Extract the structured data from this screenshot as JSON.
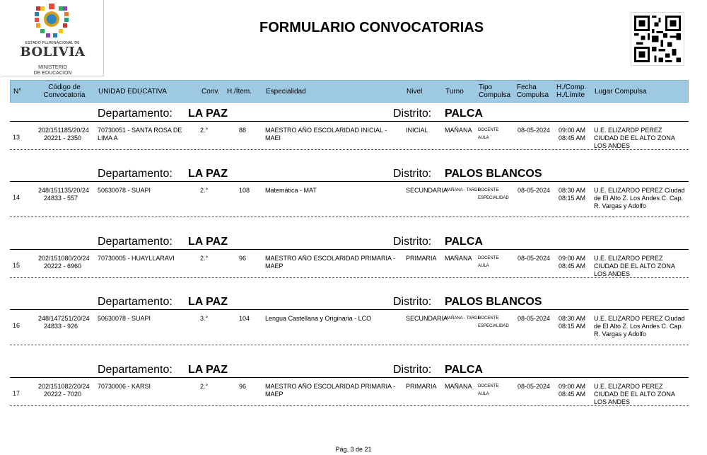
{
  "logo": {
    "state_line": "ESTADO PLURINACIONAL DE",
    "country": "BOLIVIA",
    "ministry_l1": "MINISTERIO",
    "ministry_l2": "DE EDUCACIÓN"
  },
  "title": "FORMULARIO CONVOCATORIAS",
  "columns": {
    "num": "N°",
    "code_l1": "Código de",
    "code_l2": "Convocatoria",
    "unidad": "UNIDAD EDUCATIVA",
    "conv": "Conv.",
    "hitem": "H./Ítem.",
    "esp": "Especialidad",
    "nivel": "Nivel",
    "turno": "Turno",
    "tipo_l1": "Tipo",
    "tipo_l2": "Compulsa",
    "fecha_l1": "Fecha",
    "fecha_l2": "Compulsa",
    "hcomp_l1": "H./Comp.",
    "hcomp_l2": "H./Límite",
    "lugar": "Lugar Compulsa"
  },
  "labels": {
    "dept": "Departamento:",
    "distrito": "Distrito:"
  },
  "groups": [
    {
      "dept": "LA PAZ",
      "distrito": "PALCA",
      "row": {
        "num": "13",
        "code1": "202/151185/20/24",
        "code2": "20221 - 2350",
        "ue1": "70730051 - SANTA ROSA DE",
        "ue2": "LIMA A",
        "conv": "2.°",
        "hitem": "88",
        "esp1": "MAESTRO AÑO ESCOLARIDAD INICIAL -",
        "esp2": "MAEI",
        "nivel": "INICIAL",
        "turno": "MAÑANA",
        "tipo1": "DOCENTE",
        "tipo2": "AULA",
        "fecha": "08-05-2024",
        "h1": "09:00 AM",
        "h2": "08:45 AM",
        "lug1": "U.E. ELIZARDP PEREZ",
        "lug2": "CIUDAD DE EL ALTO ZONA",
        "lug3": "LOS ANDES"
      }
    },
    {
      "dept": "LA PAZ",
      "distrito": "PALOS BLANCOS",
      "row": {
        "num": "14",
        "code1": "248/151135/20/24",
        "code2": "24833 - 557",
        "ue1": "50630078 - SUAPI",
        "ue2": "",
        "conv": "2.°",
        "hitem": "108",
        "esp1": "Matemática - MAT",
        "esp2": "",
        "nivel": "SECUNDARIA",
        "turno": "MAÑANA - TARDE",
        "tipo1": "DOCENTE",
        "tipo2": "ESPECIALIDAD",
        "fecha": "08-05-2024",
        "h1": "08:30 AM",
        "h2": "08:15 AM",
        "lug1": "U.E. ELIZARDO PEREZ Ciudad",
        "lug2": "de El Alto Z. Los Andes C. Cap.",
        "lug3": "R. Vargas y Adolfo"
      }
    },
    {
      "dept": "LA PAZ",
      "distrito": "PALCA",
      "row": {
        "num": "15",
        "code1": "202/151080/20/24",
        "code2": "20222 - 6960",
        "ue1": "70730005 - HUAYLLARAVI",
        "ue2": "",
        "conv": "2.°",
        "hitem": "96",
        "esp1": "MAESTRO AÑO ESCOLARIDAD PRIMARIA -",
        "esp2": "MAEP",
        "nivel": "PRIMARIA",
        "turno": "MAÑANA",
        "tipo1": "DOCENTE",
        "tipo2": "AULA",
        "fecha": "08-05-2024",
        "h1": "09:00 AM",
        "h2": "08:45 AM",
        "lug1": "U.E. ELIZARDO PEREZ",
        "lug2": "CIUDAD DE EL ALTO ZONA",
        "lug3": "LOS ANDES"
      }
    },
    {
      "dept": "LA PAZ",
      "distrito": "PALOS BLANCOS",
      "row": {
        "num": "16",
        "code1": "248/147251/20/24",
        "code2": "24833 - 926",
        "ue1": "50630078 - SUAPI",
        "ue2": "",
        "conv": "3.°",
        "hitem": "104",
        "esp1": "Lengua Castellana y Originaria - LCO",
        "esp2": "",
        "nivel": "SECUNDARIA",
        "turno": "MAÑANA - TARDE",
        "tipo1": "DOCENTE",
        "tipo2": "ESPECIALIDAD",
        "fecha": "08-05-2024",
        "h1": "08:30 AM",
        "h2": "08:15 AM",
        "lug1": "U.E. ELIZARDO PEREZ Ciudad",
        "lug2": "de El Alto Z. Los Andes C. Cap.",
        "lug3": "R. Vargas y Adolfo"
      }
    },
    {
      "dept": "LA PAZ",
      "distrito": "PALCA",
      "row": {
        "num": "17",
        "code1": "202/151082/20/24",
        "code2": "20222 - 7020",
        "ue1": "70730006 - KARSI",
        "ue2": "",
        "conv": "2.°",
        "hitem": "96",
        "esp1": "MAESTRO AÑO ESCOLARIDAD PRIMARIA -",
        "esp2": "MAEP",
        "nivel": "PRIMARIA",
        "turno": "MAÑANA",
        "tipo1": "DOCENTE",
        "tipo2": "AULA",
        "fecha": "08-05-2024",
        "h1": "09:00 AM",
        "h2": "08:45 AM",
        "lug1": "U.E. ELIZARDO PEREZ",
        "lug2": "CIUDAD DE EL ALTO ZONA",
        "lug3": "LOS ANDES"
      }
    }
  ],
  "footer": "Pág. 3 de 21",
  "colors": {
    "header_bg": "#9ec9e2"
  }
}
